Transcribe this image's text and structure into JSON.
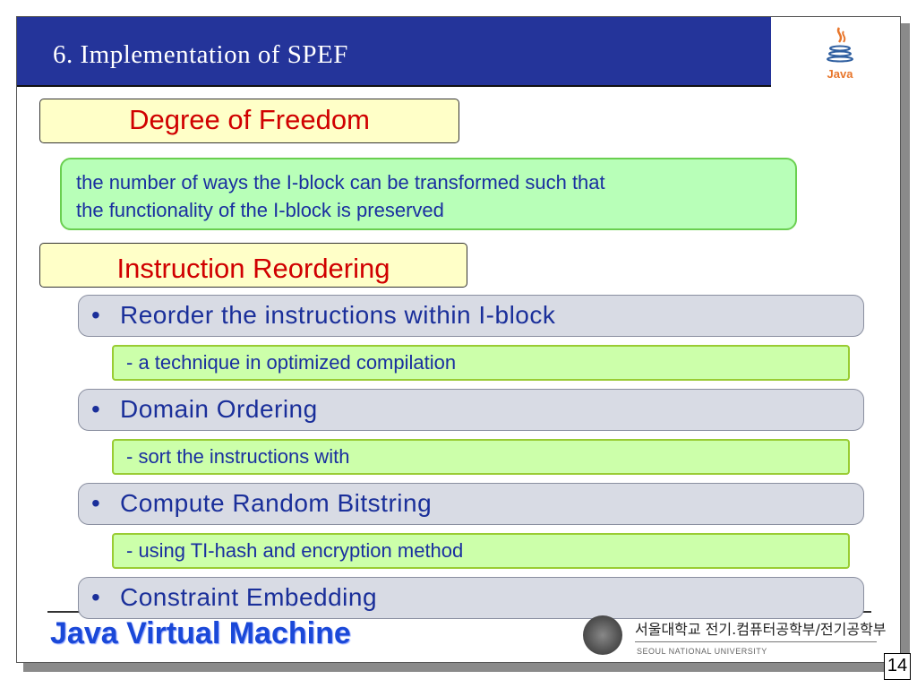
{
  "slide": {
    "title": "6. Implementation of SPEF",
    "java_logo_text": "Java",
    "degree_heading": "Degree of Freedom",
    "definition_line1": "the number of ways the I-block can be transformed such that",
    "definition_line2": "the functionality of the I-block is preserved",
    "reordering_heading": "Instruction Reordering",
    "bullets": [
      {
        "label": "Reorder the instructions within I-block",
        "sub": "- a technique in optimized compilation"
      },
      {
        "label": "Domain Ordering",
        "sub": "- sort the instructions with"
      },
      {
        "label": "Compute Random Bitstring",
        "sub": "- using TI-hash and encryption method"
      },
      {
        "label": "Constraint Embedding"
      }
    ],
    "bullet_glyph": "•",
    "footer_text": "Java Virtual Machine",
    "university_korean": "서울대학교 전기.컴퓨터공학부/전기공학부",
    "university_english": "SEOUL NATIONAL UNIVERSITY",
    "page_number": "14"
  },
  "colors": {
    "title_bar": "#24349a",
    "heading_text": "#d00000",
    "body_text": "#1a2fa0",
    "footer_text": "#1a48d8"
  }
}
